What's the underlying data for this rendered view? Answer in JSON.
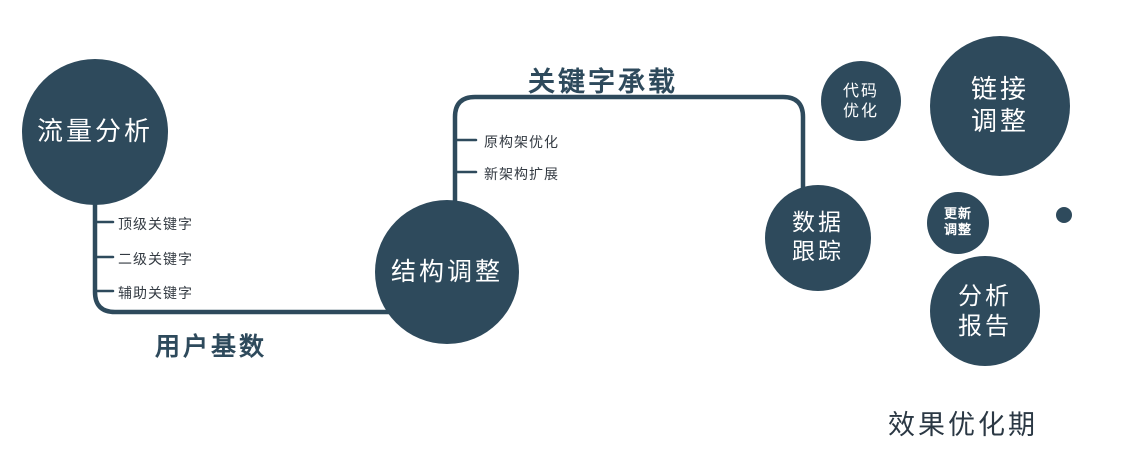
{
  "diagram": {
    "accent_color": "#2e4a5c",
    "nodes": {
      "traffic": {
        "label": "流量分析"
      },
      "structure": {
        "label": "结构调整"
      },
      "tracking": {
        "line1": "数据",
        "line2": "跟踪"
      },
      "code": {
        "line1": "代码",
        "line2": "优化"
      },
      "link": {
        "line1": "链接",
        "line2": "调整"
      },
      "update": {
        "line1": "更新",
        "line2": "调整"
      },
      "report": {
        "line1": "分析",
        "line2": "报告"
      }
    },
    "branches": {
      "traffic": [
        "顶级关键字",
        "二级关键字",
        "辅助关键字"
      ],
      "structure": [
        "原构架优化",
        "新架构扩展"
      ]
    },
    "edges": {
      "user_base": "用户基数",
      "keyword_carry": "关键字承载"
    },
    "footer": "效果优化期"
  }
}
